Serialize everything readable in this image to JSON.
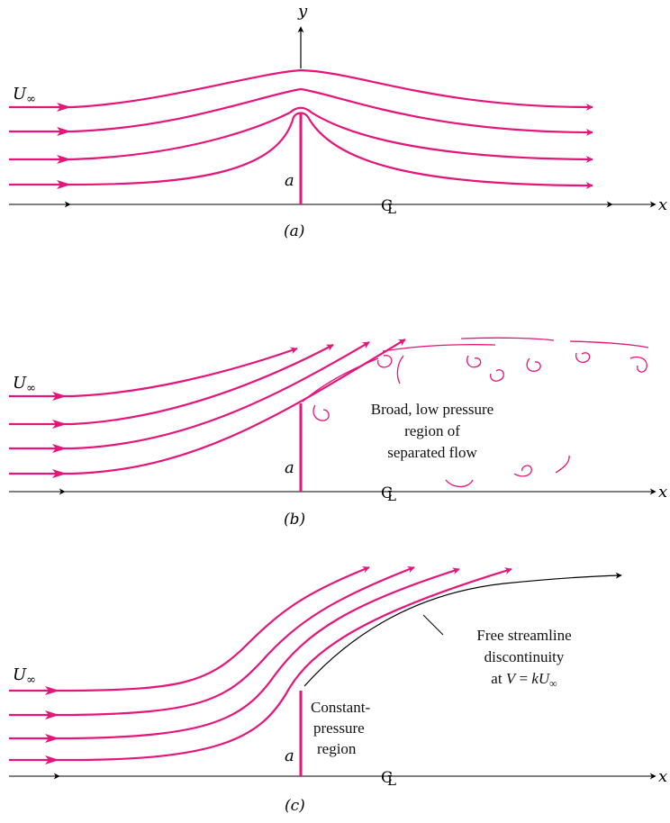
{
  "colors": {
    "streamline": "#e5157a",
    "axis": "#000000",
    "text": "#111111"
  },
  "symbols": {
    "u_inf": "U",
    "u_inf_sub": "∞",
    "a": "a",
    "x": "x",
    "y": "y",
    "centerline": "CL"
  },
  "panels": {
    "a": {
      "caption": "(a)"
    },
    "b": {
      "caption": "(b)",
      "region_lines": [
        "Broad, low pressure",
        "region of",
        "separated flow"
      ]
    },
    "c": {
      "caption": "(c)",
      "constant_lines": [
        "Constant-",
        "pressure",
        "region"
      ],
      "free_lines": [
        "Free streamline",
        "discontinuity"
      ],
      "free_eq_prefix": "at ",
      "free_eq_V": "V",
      "free_eq_equals": " = ",
      "free_eq_k": "k",
      "free_eq_U": "U",
      "free_eq_sub": "∞"
    }
  }
}
